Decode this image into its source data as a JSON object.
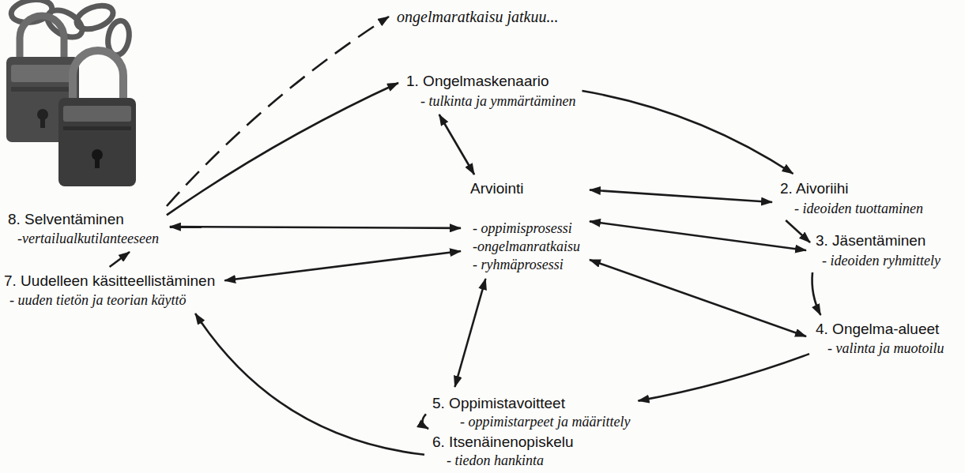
{
  "diagram": {
    "nodes": [
      {
        "text": [
          "1. Ongelmaskenaario",
          "- tulkinta ja ymmärtäminen"
        ]
      },
      {
        "text": [
          "2. Aivoriihi",
          "- ideoiden tuottaminen"
        ]
      },
      {
        "text": [
          "3. Jäsentäminen",
          "- ideoiden ryhmittely"
        ]
      },
      {
        "text": [
          "4. Ongelma-alueet",
          "- valinta ja muotoilu"
        ]
      },
      {
        "text": [
          "5. Oppimistavoitteet",
          "- oppimistarpeet ja määrittely"
        ]
      },
      {
        "text": [
          "6. Itsenäinenopiskelu",
          "- tiedon hankinta"
        ]
      },
      {
        "text": [
          "7. Uudelleen käsitteellistäminen",
          "- uuden tietön ja teorian käyttö"
        ]
      },
      {
        "text": [
          "8. Selventäminen",
          "-vertailualkutilanteeseen"
        ]
      },
      {
        "text": [
          "Arviointi",
          "- oppimisprosessi",
          "-ongelmanratkaisu",
          "- ryhmäprosessi"
        ]
      },
      {
        "text": [
          "ongelmaratkaisu jatkuu..."
        ]
      }
    ],
    "edges": [
      {
        "from": 0,
        "to": 1,
        "arrow": "to"
      },
      {
        "from": 1,
        "to": 2,
        "arrow": "to"
      },
      {
        "from": 2,
        "to": 3,
        "arrow": "to"
      },
      {
        "from": 3,
        "to": 4,
        "arrow": "to"
      },
      {
        "from": 4,
        "to": 5,
        "arrow": "to"
      },
      {
        "from": 5,
        "to": 6,
        "arrow": "to"
      },
      {
        "from": 6,
        "to": 7,
        "arrow": "to"
      },
      {
        "from": 7,
        "to": 0,
        "arrow": "to"
      },
      {
        "from": 7,
        "to": 9,
        "arrow": "to"
      },
      {
        "from": 8,
        "to": 0,
        "arrow": "both"
      },
      {
        "from": 8,
        "to": 1,
        "arrow": "both"
      },
      {
        "from": 8,
        "to": 2,
        "arrow": "both"
      },
      {
        "from": 8,
        "to": 3,
        "arrow": "both"
      },
      {
        "from": 8,
        "to": 4,
        "arrow": "both"
      },
      {
        "from": 8,
        "to": 6,
        "arrow": "both"
      },
      {
        "from": 8,
        "to": 7,
        "arrow": "both"
      }
    ]
  }
}
